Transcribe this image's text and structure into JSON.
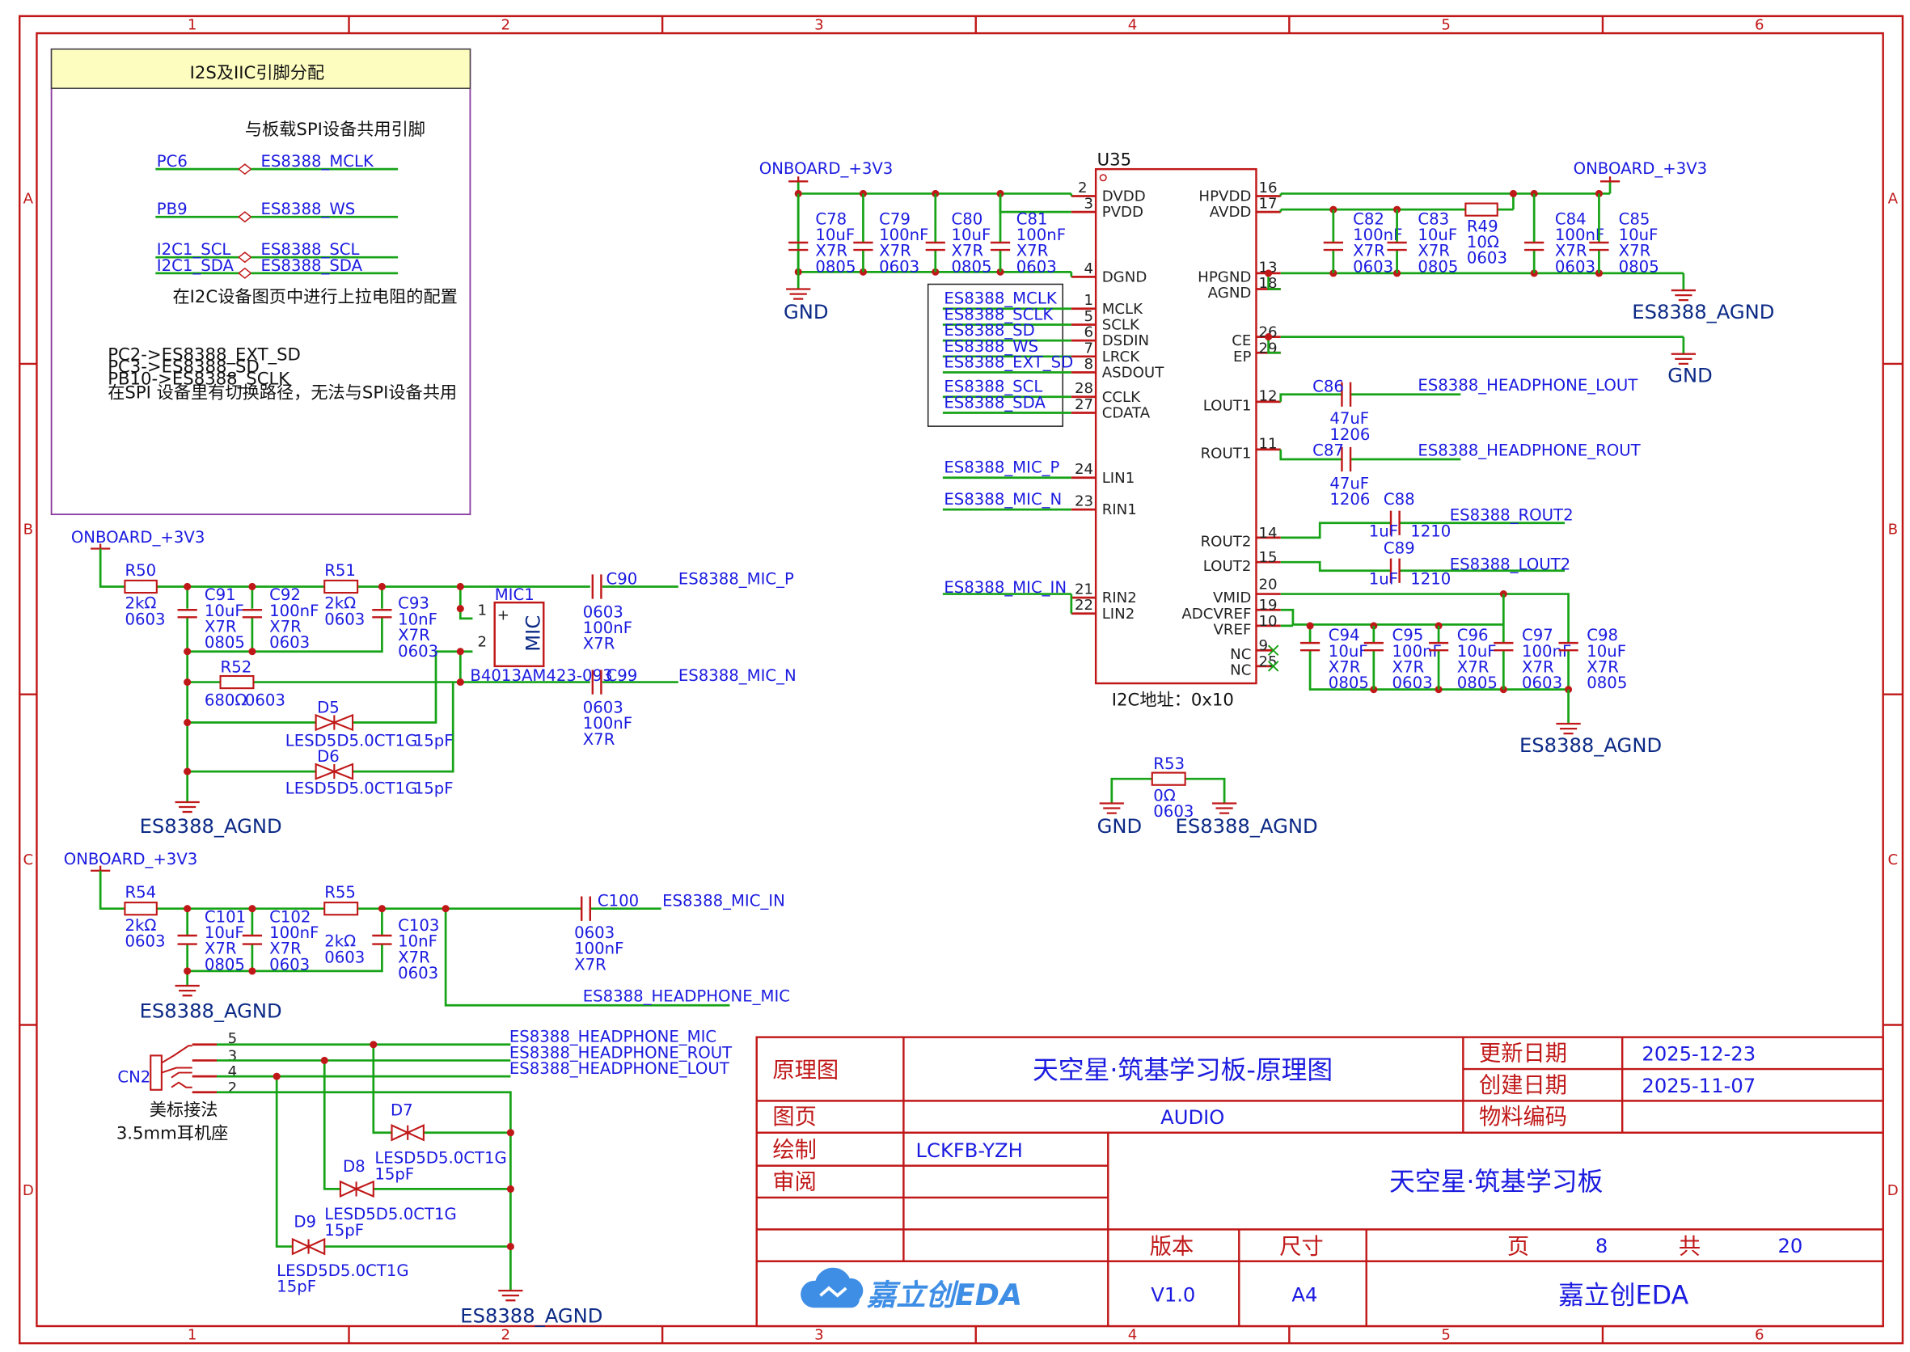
{
  "frame": {
    "cols": [
      "1",
      "2",
      "3",
      "4",
      "5",
      "6"
    ],
    "rows": [
      "A",
      "B",
      "C",
      "D"
    ]
  },
  "note_box": {
    "title": "I2S及IIC引脚分配",
    "shared": "与板载SPI设备共用引脚",
    "pins": [
      {
        "mcu": "PC6",
        "net": "ES8388_MCLK"
      },
      {
        "mcu": "PB9",
        "net": "ES8388_WS"
      },
      {
        "mcu": "I2C1_SCL",
        "net": "ES8388_SCL"
      },
      {
        "mcu": "I2C1_SDA",
        "net": "ES8388_SDA"
      }
    ],
    "pullup_note": "在I2C设备图页中进行上拉电阻的配置",
    "lines": [
      "PC2->ES8388_EXT_SD",
      "PC3->ES8388_SD",
      "PB10->ES8388_SCLK",
      "在SPI 设备里有切换路径，无法与SPI设备共用"
    ]
  },
  "nets": {
    "v33": "ONBOARD_+3V3",
    "gnd": "GND",
    "agnd": "ES8388_AGND"
  },
  "u35": {
    "ref": "U35",
    "left_pins": [
      {
        "n": "2",
        "name": "DVDD"
      },
      {
        "n": "3",
        "name": "PVDD"
      },
      {
        "n": "4",
        "name": "DGND"
      },
      {
        "n": "1",
        "name": "MCLK"
      },
      {
        "n": "5",
        "name": "SCLK"
      },
      {
        "n": "6",
        "name": "DSDIN"
      },
      {
        "n": "7",
        "name": "LRCK"
      },
      {
        "n": "8",
        "name": "ASDOUT"
      },
      {
        "n": "28",
        "name": "CCLK"
      },
      {
        "n": "27",
        "name": "CDATA"
      },
      {
        "n": "24",
        "name": "LIN1"
      },
      {
        "n": "23",
        "name": "RIN1"
      },
      {
        "n": "21",
        "name": "RIN2"
      },
      {
        "n": "22",
        "name": "LIN2"
      }
    ],
    "right_pins": [
      {
        "n": "16",
        "name": "HPVDD"
      },
      {
        "n": "17",
        "name": "AVDD"
      },
      {
        "n": "13",
        "name": "HPGND"
      },
      {
        "n": "18",
        "name": "AGND"
      },
      {
        "n": "26",
        "name": "CE"
      },
      {
        "n": "29",
        "name": "EP"
      },
      {
        "n": "12",
        "name": "LOUT1"
      },
      {
        "n": "11",
        "name": "ROUT1"
      },
      {
        "n": "14",
        "name": "ROUT2"
      },
      {
        "n": "15",
        "name": "LOUT2"
      },
      {
        "n": "20",
        "name": "VMID"
      },
      {
        "n": "19",
        "name": "ADCVREF"
      },
      {
        "n": "10",
        "name": "VREF"
      },
      {
        "n": "9",
        "name": "NC"
      },
      {
        "n": "25",
        "name": "NC"
      }
    ],
    "bus_nets": [
      "ES8388_MCLK",
      "ES8388_SCLK",
      "ES8388_SD",
      "ES8388_WS",
      "ES8388_EXT_SD",
      "ES8388_SCL",
      "ES8388_SDA"
    ],
    "in_nets": [
      "ES8388_MIC_P",
      "ES8388_MIC_N",
      "ES8388_MIC_IN"
    ],
    "out_nets": [
      "ES8388_HEADPHONE_LOUT",
      "ES8388_HEADPHONE_ROUT",
      "ES8388_ROUT2",
      "ES8388_LOUT2"
    ],
    "i2c_addr": "I2C地址：0x10"
  },
  "components": {
    "C78": [
      "C78",
      "10uF",
      "X7R",
      "0805"
    ],
    "C79": [
      "C79",
      "100nF",
      "X7R",
      "0603"
    ],
    "C80": [
      "C80",
      "10uF",
      "X7R",
      "0805"
    ],
    "C81": [
      "C81",
      "100nF",
      "X7R",
      "0603"
    ],
    "C82": [
      "C82",
      "100nF",
      "X7R",
      "0603"
    ],
    "C83": [
      "C83",
      "10uF",
      "X7R",
      "0805"
    ],
    "R49": [
      "R49",
      "10Ω",
      "0603"
    ],
    "C84": [
      "C84",
      "100nF",
      "X7R",
      "0603"
    ],
    "C85": [
      "C85",
      "10uF",
      "X7R",
      "0805"
    ],
    "C86": [
      "C86",
      "47uF",
      "1206"
    ],
    "C87": [
      "C87",
      "47uF",
      "1206"
    ],
    "C88": [
      "C88",
      "1uF",
      "1210"
    ],
    "C89": [
      "C89",
      "1uF",
      "1210"
    ],
    "C94": [
      "C94",
      "10uF",
      "X7R",
      "0805"
    ],
    "C95": [
      "C95",
      "100nF",
      "X7R",
      "0603"
    ],
    "C96": [
      "C96",
      "10uF",
      "X7R",
      "0805"
    ],
    "C97": [
      "C97",
      "100nF",
      "X7R",
      "0603"
    ],
    "C98": [
      "C98",
      "10uF",
      "X7R",
      "0805"
    ],
    "R53": [
      "R53",
      "0Ω",
      "0603"
    ],
    "R50": [
      "R50",
      "2kΩ",
      "0603"
    ],
    "C91": [
      "C91",
      "10uF",
      "X7R",
      "0805"
    ],
    "C92": [
      "C92",
      "100nF",
      "X7R",
      "0603"
    ],
    "R51": [
      "R51",
      "2kΩ",
      "0603"
    ],
    "C93": [
      "C93",
      "10nF",
      "X7R",
      "0603"
    ],
    "C90": [
      "C90",
      "0603",
      "100nF",
      "X7R"
    ],
    "C99": [
      "C99",
      "0603",
      "100nF",
      "X7R"
    ],
    "MIC1": [
      "MIC1",
      "MIC",
      "B4013AM423-093",
      "1",
      "2"
    ],
    "R52": [
      "R52",
      "680Ω",
      "0603"
    ],
    "D5": [
      "D5",
      "LESD5D5.0CT1G",
      "15pF"
    ],
    "D6": [
      "D6",
      "LESD5D5.0CT1G",
      "15pF"
    ],
    "R54": [
      "R54",
      "2kΩ",
      "0603"
    ],
    "C101": [
      "C101",
      "10uF",
      "X7R",
      "0805"
    ],
    "C102": [
      "C102",
      "100nF",
      "X7R",
      "0603"
    ],
    "R55": [
      "R55",
      "2kΩ",
      "0603"
    ],
    "C103": [
      "C103",
      "10nF",
      "X7R",
      "0603"
    ],
    "C100": [
      "C100",
      "0603",
      "100nF",
      "X7R"
    ],
    "CN2": [
      "CN2",
      "美标接法",
      "3.5mm耳机座"
    ],
    "D7": [
      "D7",
      "LESD5D5.0CT1G",
      "15pF"
    ],
    "D8": [
      "D8",
      "LESD5D5.0CT1G",
      "15pF"
    ],
    "D9": [
      "D9",
      "LESD5D5.0CT1G",
      "15pF"
    ]
  },
  "mic_nets": {
    "mic_p": "ES8388_MIC_P",
    "mic_n": "ES8388_MIC_N",
    "mic_in": "ES8388_MIC_IN",
    "hp_mic": "ES8388_HEADPHONE_MIC"
  },
  "jack": {
    "pins": [
      "5",
      "3",
      "4",
      "2"
    ],
    "nets": [
      "ES8388_HEADPHONE_MIC",
      "ES8388_HEADPHONE_ROUT",
      "ES8388_HEADPHONE_LOUT"
    ]
  },
  "title_block": {
    "k_type": "原理图",
    "v_title": "天空星·筑基学习板-原理图",
    "k_update": "更新日期",
    "v_update": "2025-12-23",
    "k_create": "创建日期",
    "v_create": "2025-11-07",
    "k_sheet": "图页",
    "v_sheet": "AUDIO",
    "k_part": "物料编码",
    "k_draw": "绘制",
    "v_draw": "LCKFB-YZH",
    "k_review": "审阅",
    "v_board": "天空星·筑基学习板",
    "k_ver": "版本",
    "k_size": "尺寸",
    "k_page": "页",
    "v_page": "8",
    "k_total": "共",
    "v_total": "20",
    "logo": "嘉立创EDA",
    "v_ver": "V1.0",
    "v_size": "A4",
    "v_company": "嘉立创EDA"
  }
}
